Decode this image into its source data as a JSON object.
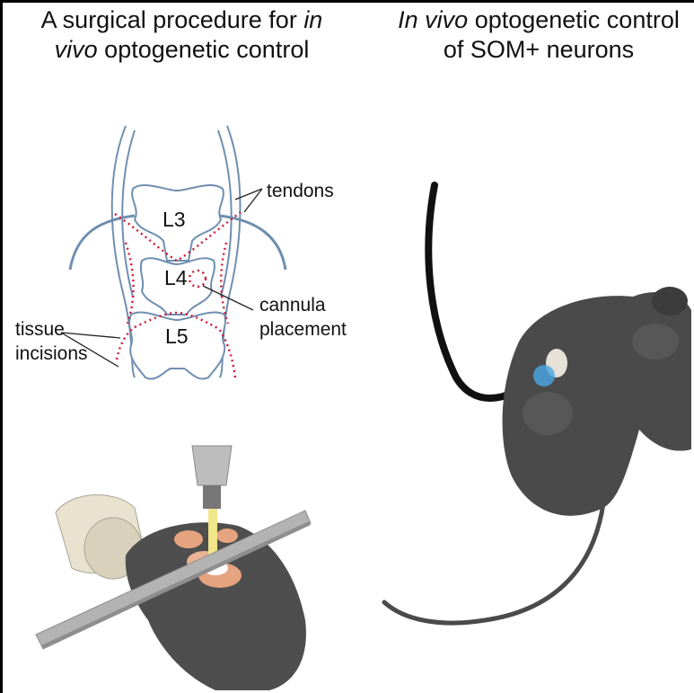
{
  "left_title": {
    "before": "A surgical procedure for ",
    "italic1": "in",
    "italic2": "vivo",
    "after": " optogenetic control"
  },
  "right_title": {
    "italic": "In vivo",
    "line1_rest": " optogenetic control",
    "line2": "of SOM+ neurons"
  },
  "labels": {
    "tendons": "tendons",
    "L3": "L3",
    "L4": "L4",
    "L5": "L5",
    "cannula_line1": "cannula",
    "cannula_line2": "placement",
    "tissue_line1": "tissue",
    "tissue_line2": "incisions"
  },
  "colors": {
    "vertebra_stroke": "#6f8fb0",
    "incision_red": "#d21a3a",
    "mouse_gray": "#4a4a4a",
    "light_blue": "#4aa8e6"
  }
}
